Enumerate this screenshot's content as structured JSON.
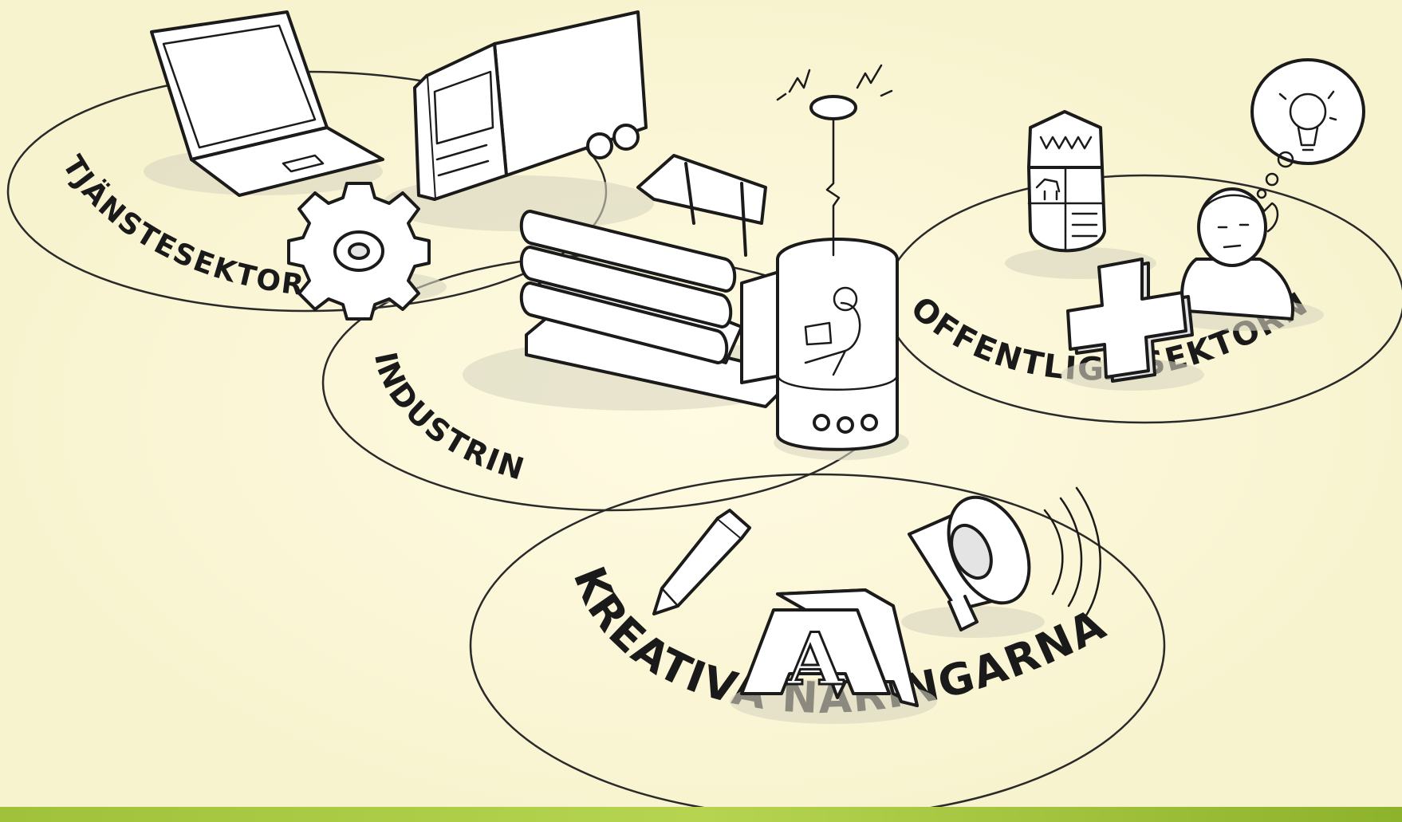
{
  "sectors": {
    "service": "TJÄNSTESEKTORN",
    "industry": "INDUSTRIN",
    "public": "OFFENTLIGA SEKTORN",
    "creative": "KREATIVA NÄRINGARNA"
  },
  "icons": [
    "laptop-icon",
    "truck-icon",
    "gear-icon",
    "forwarder-machine-icon",
    "operator-cabin-icon",
    "sensor-icon",
    "coat-of-arms-icon",
    "thought-bubble-icon",
    "lightbulb-icon",
    "person-icon",
    "medical-cross-icon",
    "pencil-icon",
    "megaphone-icon",
    "letter-a-block-icon"
  ],
  "letter_block": "A",
  "colors": {
    "background": "#f8f3cf",
    "ink": "#1b1b1b",
    "band": "#a6c940"
  }
}
